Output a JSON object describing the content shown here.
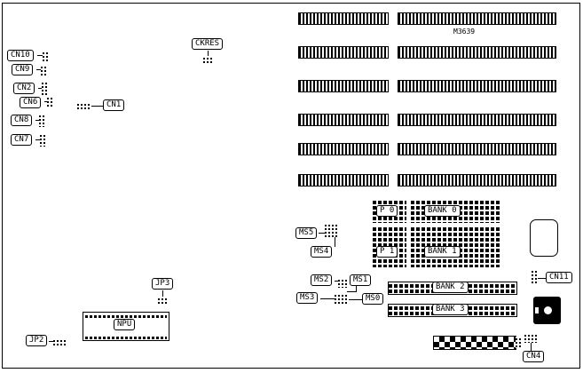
{
  "diagram": {
    "type": "motherboard-connector-diagram",
    "chip": "M3639",
    "labels": {
      "cn10": "CN10",
      "cn9": "CN9",
      "cn2": "CN2",
      "cn6": "CN6",
      "cn8": "CN8",
      "cn7": "CN7",
      "cn1": "CN1",
      "ckres": "CKRES",
      "jp3": "JP3",
      "jp2": "JP2",
      "npu": "NPU",
      "ms5": "MS5",
      "ms4": "MS4",
      "ms2": "MS2",
      "ms1": "MS1",
      "ms3": "MS3",
      "ms0": "MS0",
      "p0": "P 0",
      "bank0": "BANK 0",
      "p1": "P 1",
      "bank1": "BANK 1",
      "bank2": "BANK 2",
      "bank3": "BANK 3",
      "cn11": "CN11",
      "cn4": "CN4"
    }
  }
}
